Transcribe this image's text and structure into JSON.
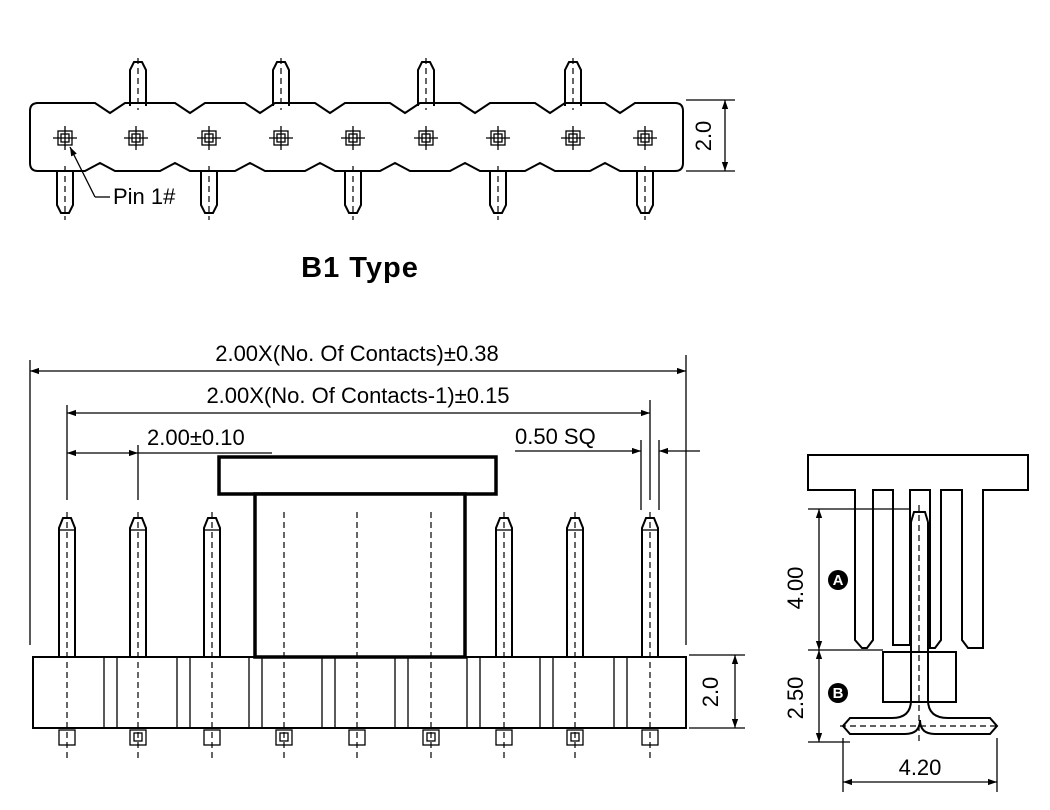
{
  "top_view": {
    "pin_label": "Pin 1#",
    "height_dim": "2.0",
    "type_title": "B1 Type"
  },
  "front_view": {
    "total_length_dim": "2.00X(No. Of Contacts)±0.38",
    "pitch_span_dim": "2.00X(No. Of Contacts-1)±0.15",
    "pitch_dim": "2.00±0.10",
    "pin_size_dim": "0.50 SQ",
    "height_dim": "2.0"
  },
  "side_view": {
    "dim_a": "4.00",
    "dim_b": "2.50",
    "badge_a": "A",
    "badge_b": "B",
    "width_dim": "4.20"
  }
}
